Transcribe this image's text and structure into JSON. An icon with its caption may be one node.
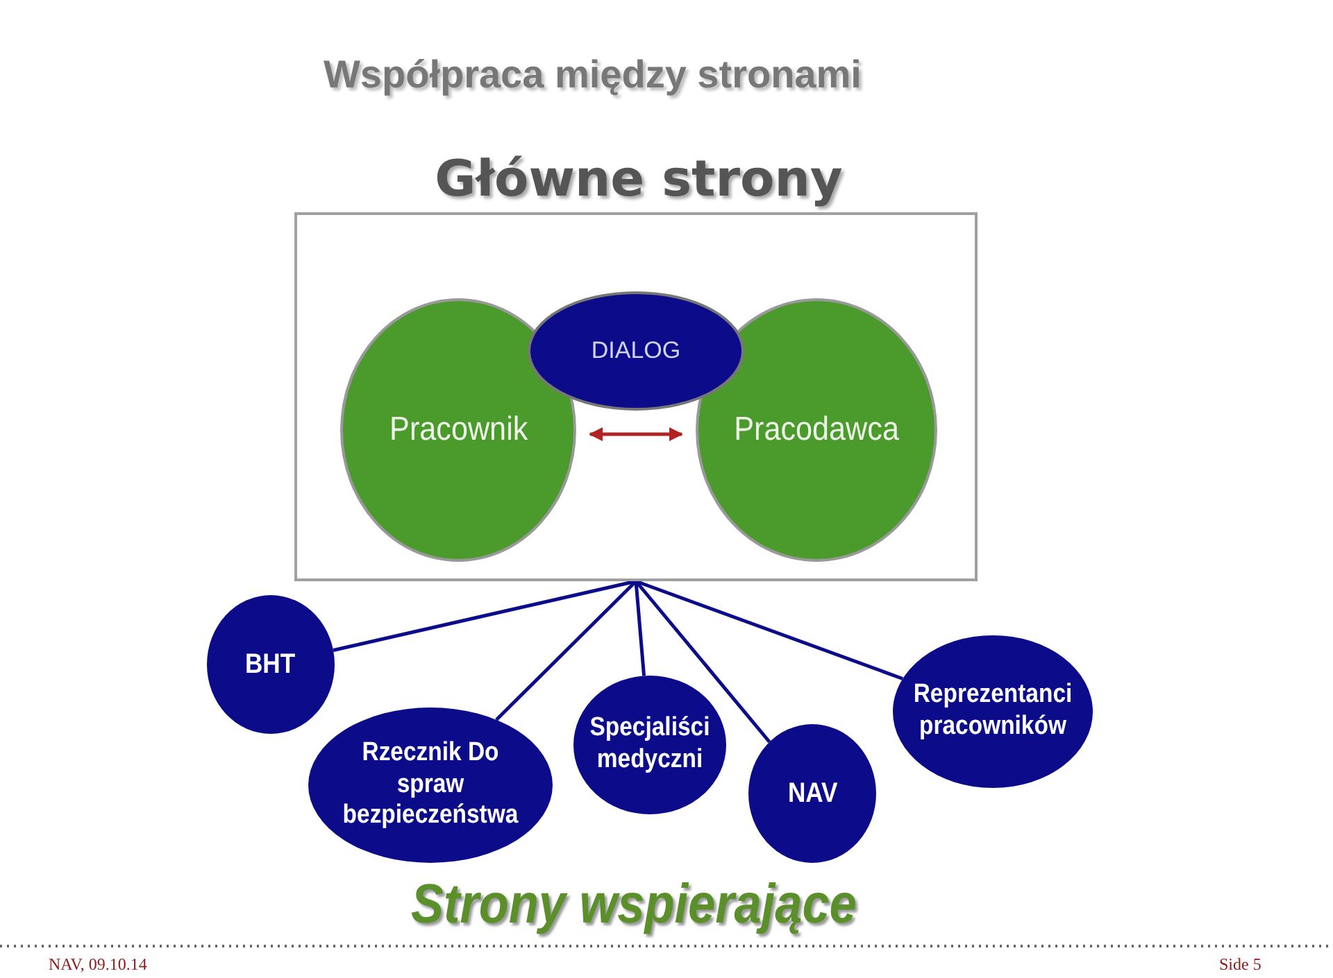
{
  "diagram": {
    "title": "Współpraca między stronami",
    "nodes": [
      {
        "text": [
          "Główne strony"
        ]
      },
      {
        "text": [
          "Pracownik"
        ],
        "in": 0
      },
      {
        "text": [
          "Pracodawca"
        ],
        "in": 0
      },
      {
        "text": [
          "DIALOG"
        ],
        "in": 0
      },
      {
        "text": [
          "BHT"
        ]
      },
      {
        "text": [
          "Rzecznik Do spraw bezpieczeństwa"
        ]
      },
      {
        "text": [
          "Specjaliści medyczni"
        ]
      },
      {
        "text": [
          "NAV"
        ]
      },
      {
        "text": [
          "Reprezentanci pracowników"
        ]
      }
    ],
    "edges": [
      {
        "from": 1,
        "to": 2,
        "arrow": "both",
        "color": "#b22222"
      },
      {
        "from": 0,
        "to": 4,
        "arrow": "none"
      },
      {
        "from": 0,
        "to": 5,
        "arrow": "none"
      },
      {
        "from": 0,
        "to": 6,
        "arrow": "none"
      },
      {
        "from": 0,
        "to": 7,
        "arrow": "none"
      },
      {
        "from": 0,
        "to": 8,
        "arrow": "none"
      }
    ],
    "labels": [
      "Strony wspierające",
      "NAV, 09.10.14",
      "Side 5"
    ]
  }
}
